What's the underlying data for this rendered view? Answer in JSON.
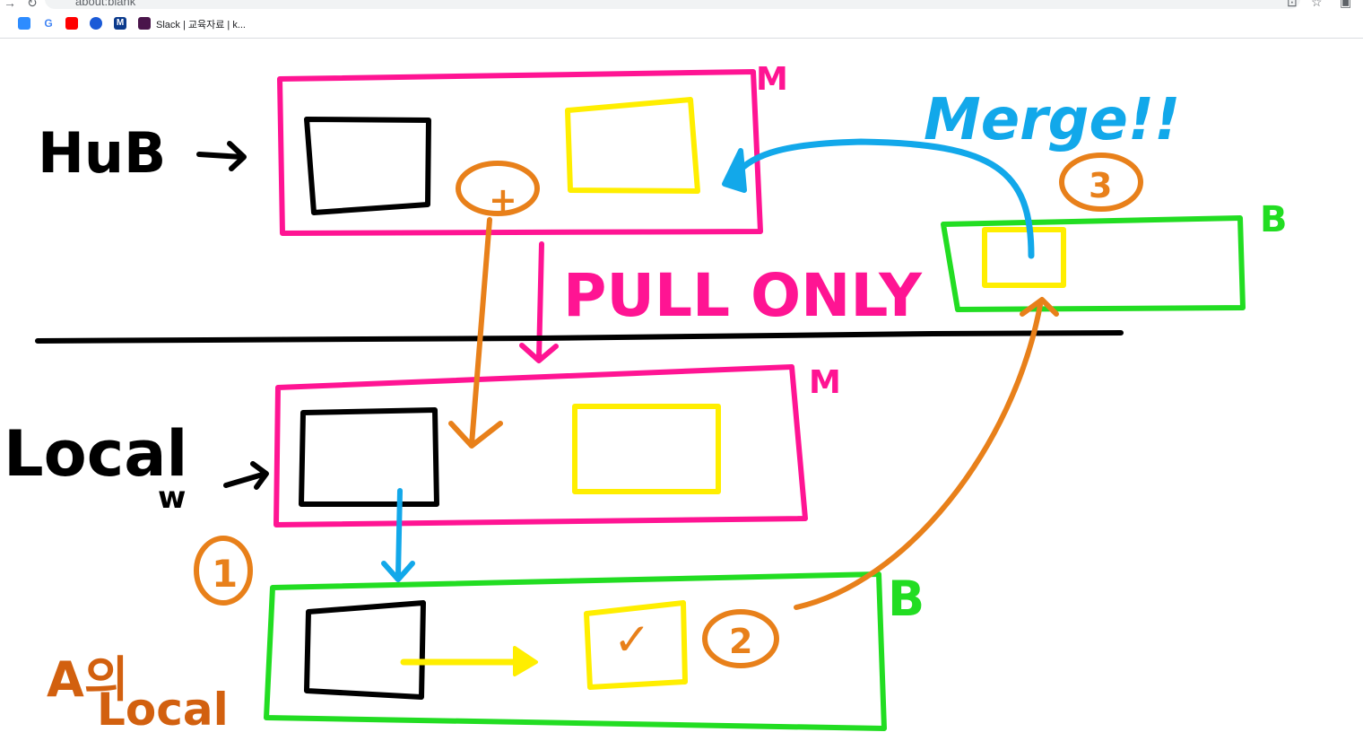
{
  "browser": {
    "url": "about:blank",
    "bookmarks": [
      {
        "icon": "zoom-icon",
        "color": "#2d8cff"
      },
      {
        "icon": "google-icon",
        "color": "#4285f4"
      },
      {
        "icon": "youtube-icon",
        "color": "#ff0000"
      },
      {
        "icon": "blue-swirl-icon",
        "color": "#1a5ad7"
      },
      {
        "icon": "m-icon",
        "color": "#0b3a8c"
      },
      {
        "icon": "slack-icon",
        "color": "#4a154b",
        "label": "Slack | 교육자료 | k..."
      }
    ]
  },
  "diagram": {
    "labels": {
      "hub": "HuB",
      "local": "Local",
      "local_sub": "w",
      "a_local_line1": "A의",
      "a_local_line2": "Local",
      "pull_only": "PULL ONLY",
      "merge": "Merge!!",
      "hub_m": "M",
      "local_m": "M",
      "hub_b": "B",
      "local_b": "B",
      "step1": "1",
      "step2": "2",
      "step3": "3",
      "plus": "+",
      "check": "✓"
    },
    "colors": {
      "main_branch": "#ff1493",
      "feature_branch": "#22dd22",
      "commit_yellow": "#ffee00",
      "ink": "#000000",
      "annotation_orange": "#e8801a",
      "merge_blue": "#12a8ea",
      "a_local_text": "#d2600f"
    }
  }
}
